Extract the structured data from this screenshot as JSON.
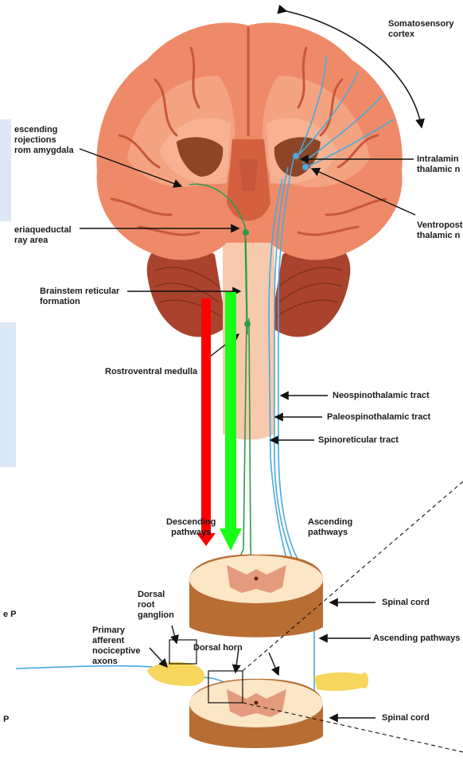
{
  "labels": {
    "somatosensory_cortex": "Somatosensory\ncortex",
    "descending_projections": "escending\nrojections\nrom amygdala",
    "periaqueductal": "eriaqueductal\nray area",
    "brainstem_reticular": "Brainstem reticular\nformation",
    "rostroventral": "Rostroventral medulla",
    "intralaminar": "Intralamin\nthalamic n",
    "ventroposterior": "Ventropost\nthalamic n",
    "neospinothalamic": "Neospinothalamic tract",
    "paleospinothalamic": "Paleospinothalamic tract",
    "spinoreticular": "Spinoreticular tract",
    "descending_pathways": "Descending\npathways",
    "ascending_pathways_top": "Ascending\npathways",
    "spinal_cord_upper": "Spinal cord",
    "spinal_cord_lower": "Spinal cord",
    "ascending_pathways_side": "Ascending pathways",
    "dorsal_root_ganglion": "Dorsal\nroot\nganglion",
    "primary_afferent": "Primary\nafferent\nnociceptive\naxons",
    "dorsal_horn": "Dorsal horn",
    "left_fragment_1": "e P",
    "left_fragment_2": "P"
  },
  "colors": {
    "brain_fill": "#ef8a68",
    "brain_dark": "#d5603f",
    "brain_light": "#f6b596",
    "ventricle": "#8c4526",
    "cerebellum": "#a9432e",
    "brainstem": "#f7c9ae",
    "cord_tan": "#fbe6c6",
    "cord_brown": "#b86d33",
    "grey_matter": "#e39a7d",
    "ascending_blue": "#4aa9de",
    "descending_green": "#2f9a48",
    "arrow_red": "#ff0000",
    "arrow_green": "#18ff18",
    "ganglion_yellow": "#f6d65c",
    "panel_blue": "#dce8f6"
  }
}
